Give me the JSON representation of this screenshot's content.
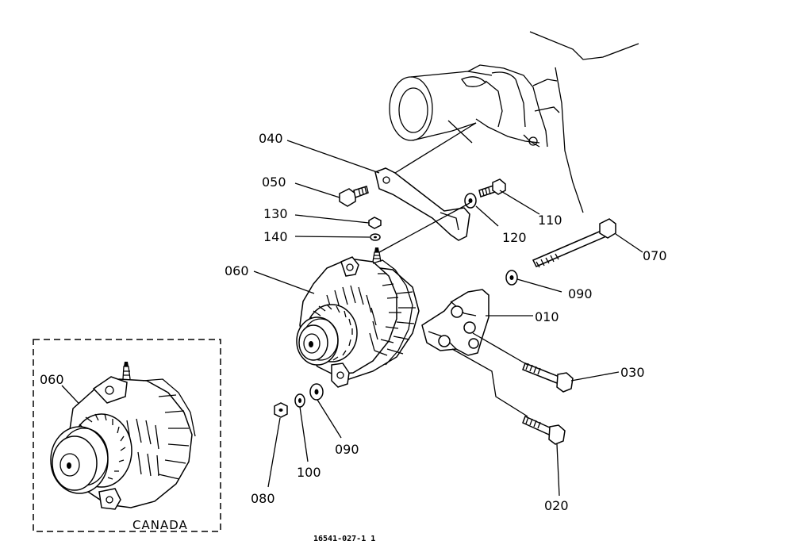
{
  "labels": {
    "p010": "010",
    "p020": "020",
    "p030": "030",
    "p040": "040",
    "p050": "050",
    "p060": "060",
    "p070": "070",
    "p080": "080",
    "p090a": "090",
    "p090b": "090",
    "p100": "100",
    "p110": "110",
    "p120": "120",
    "p130": "130",
    "p140": "140",
    "p060_inset": "060"
  },
  "inset": {
    "region": "CANADA"
  },
  "drawing_number": "16541-027-1 1"
}
